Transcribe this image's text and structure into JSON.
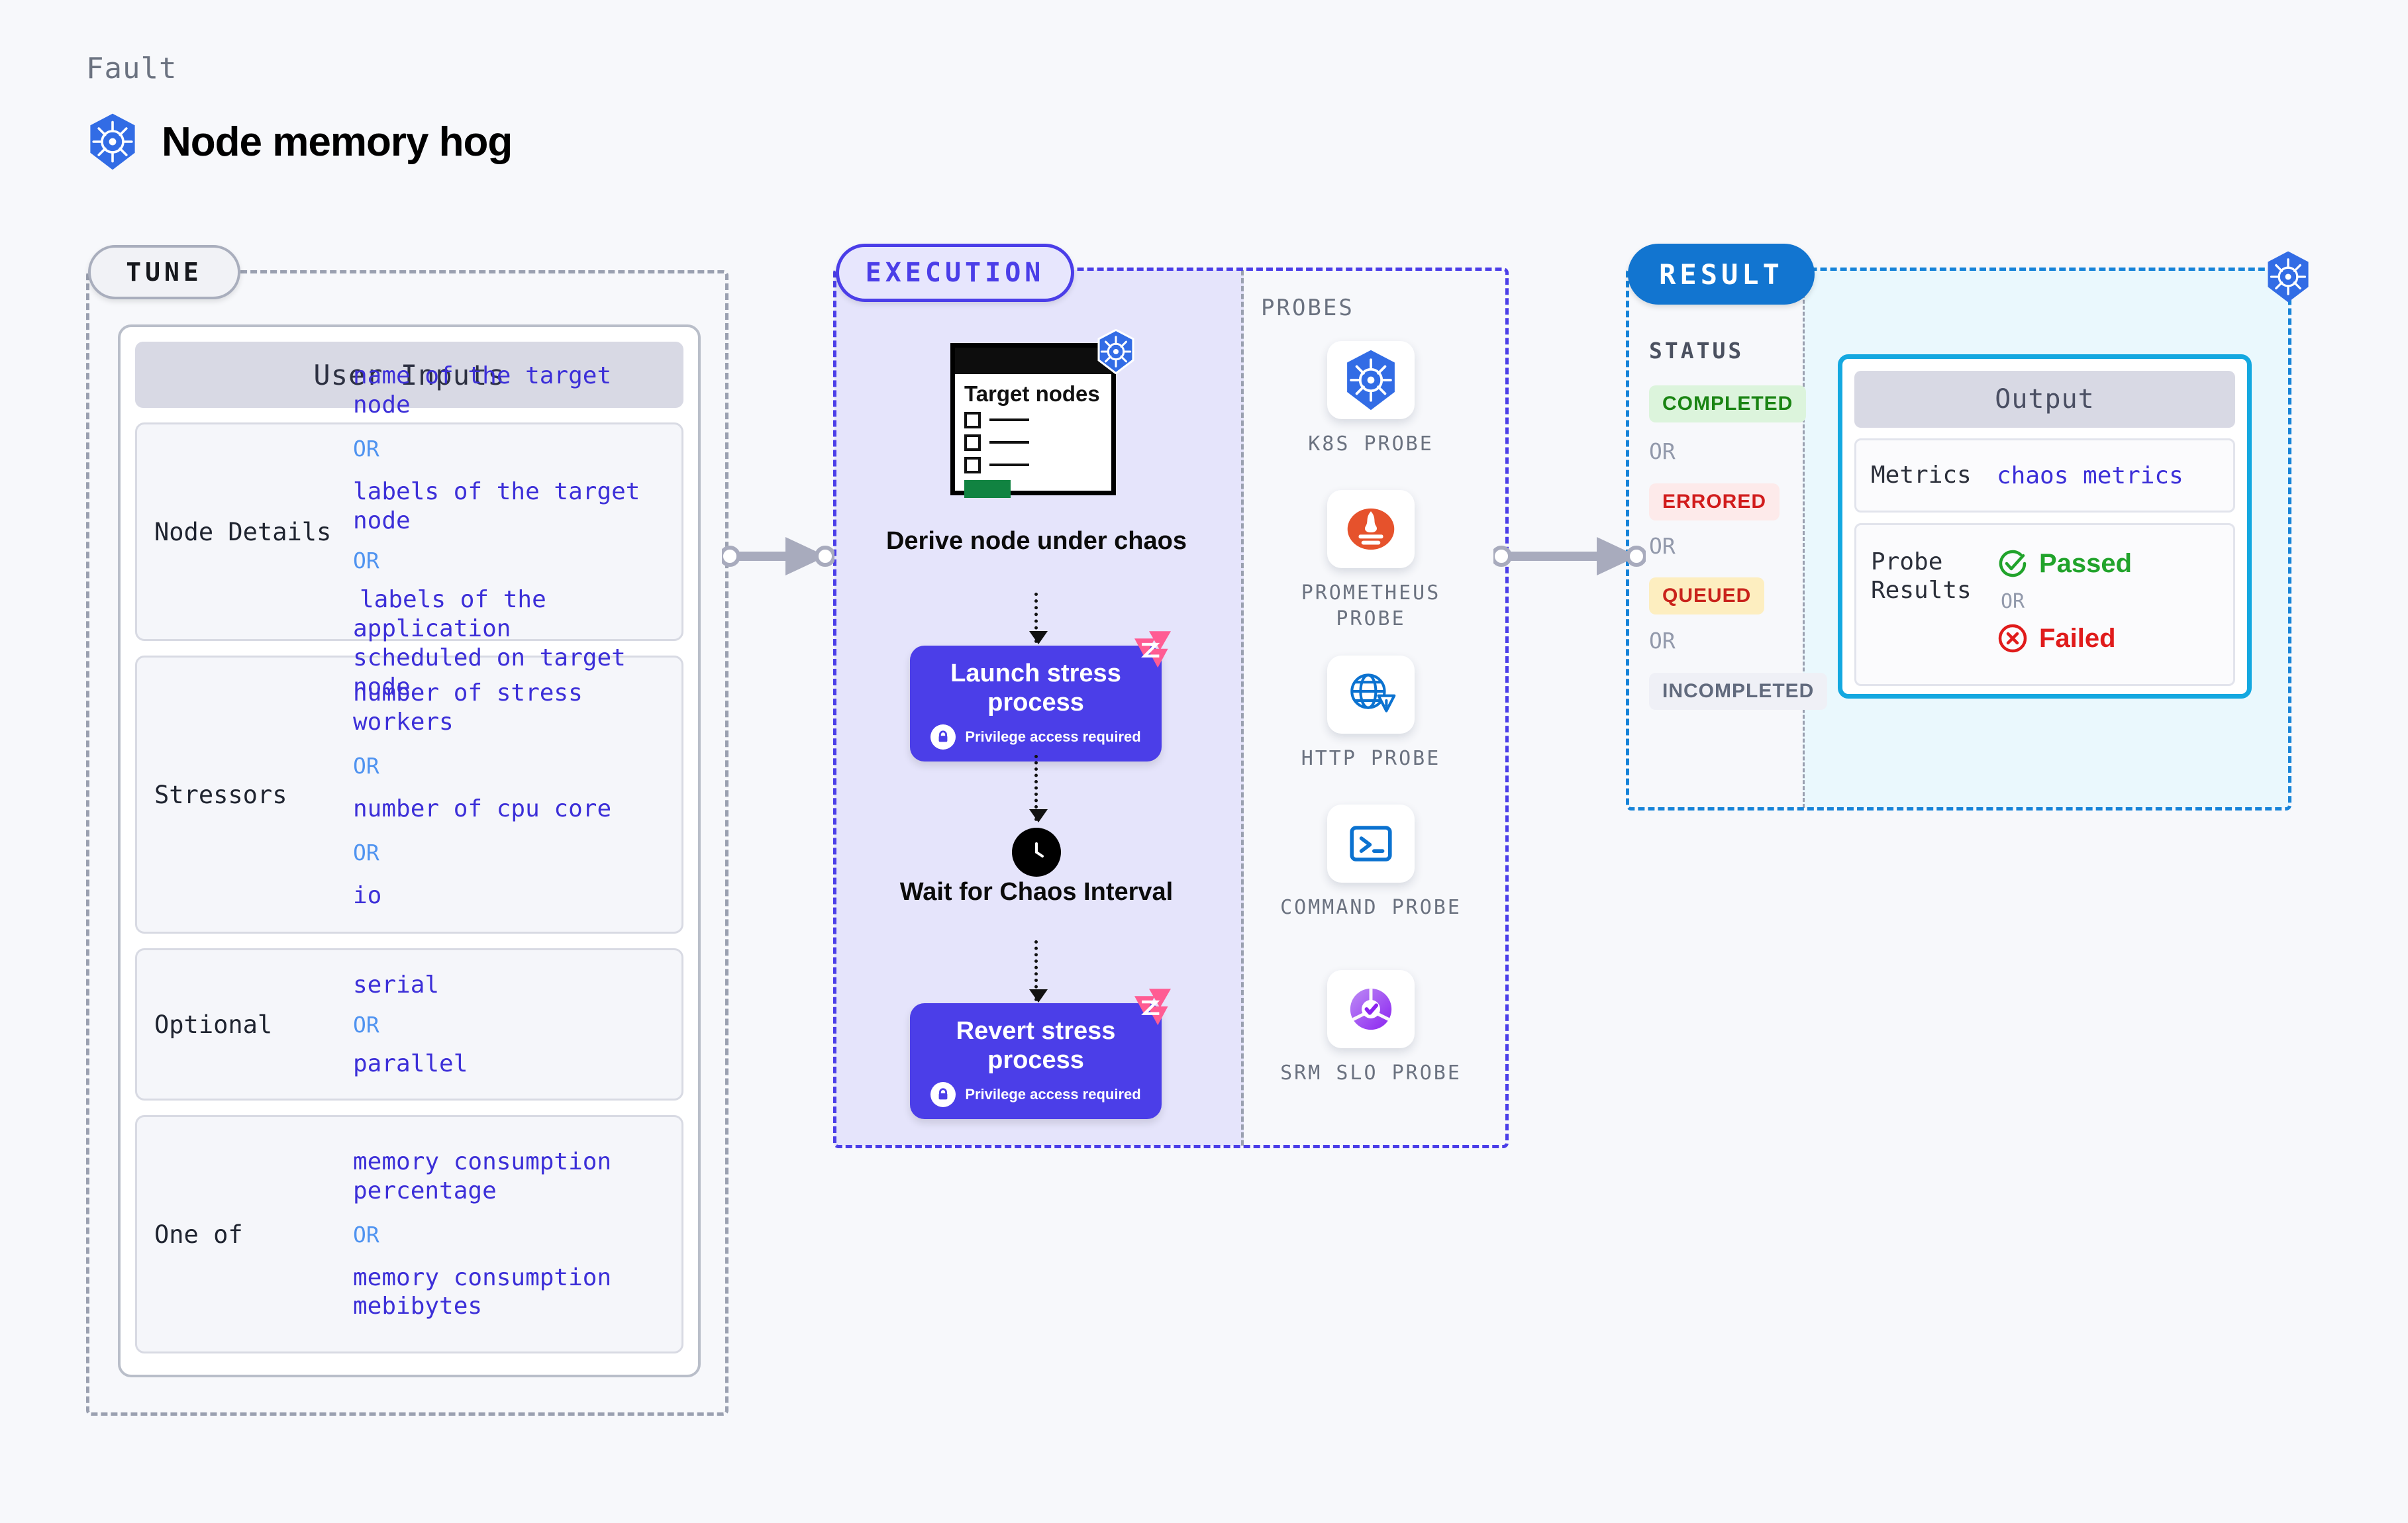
{
  "header": {
    "eyebrow": "Fault",
    "title": "Node memory hog",
    "icon": "kubernetes-icon"
  },
  "stages": {
    "tune": {
      "label": "TUNE"
    },
    "execution": {
      "label": "EXECUTION"
    },
    "result": {
      "label": "RESULT"
    }
  },
  "tune": {
    "card_title": "User Inputs",
    "rows": [
      {
        "label": "Node Details",
        "values": [
          "name of the target node",
          "labels of the target node",
          "labels of the application\n scheduled on target node"
        ],
        "separator": "OR"
      },
      {
        "label": "Stressors",
        "values": [
          "number of stress workers",
          "number of cpu core",
          "io"
        ],
        "separator": "OR"
      },
      {
        "label": "Optional",
        "values": [
          "serial",
          "parallel"
        ],
        "separator": "OR"
      },
      {
        "label": "One of",
        "values": [
          "memory consumption percentage",
          "memory consumption mebibytes"
        ],
        "separator": "OR"
      }
    ]
  },
  "execution": {
    "steps": [
      {
        "id": "derive-node",
        "caption": "Derive node under chaos",
        "card_title": "Target nodes",
        "icon": "kubernetes-icon"
      },
      {
        "id": "launch-stress",
        "title": "Launch stress process",
        "subtitle": "Privilege access required",
        "icon": "lock-icon",
        "badge": "litmus-chaos-icon"
      },
      {
        "id": "wait-interval",
        "caption": "Wait for Chaos Interval",
        "icon": "clock-icon"
      },
      {
        "id": "revert-stress",
        "title": "Revert stress process",
        "subtitle": "Privilege access required",
        "icon": "lock-icon",
        "badge": "litmus-chaos-icon"
      }
    ]
  },
  "probes": {
    "label": "PROBES",
    "items": [
      {
        "name": "K8S PROBE",
        "icon": "kubernetes-icon"
      },
      {
        "name": "PROMETHEUS PROBE",
        "icon": "prometheus-icon"
      },
      {
        "name": "HTTP PROBE",
        "icon": "globe-warning-icon"
      },
      {
        "name": "COMMAND PROBE",
        "icon": "terminal-icon"
      },
      {
        "name": "SRM SLO PROBE",
        "icon": "slo-gauge-icon"
      }
    ]
  },
  "result": {
    "status_label": "STATUS",
    "separator": "OR",
    "statuses": [
      {
        "label": "COMPLETED",
        "bg": "#dcf4dc",
        "color": "#1a8413"
      },
      {
        "label": "ERRORED",
        "bg": "#fdeaea",
        "color": "#d11c1c"
      },
      {
        "label": "QUEUED",
        "bg": "#fdeec0",
        "color": "#c9231b"
      },
      {
        "label": "INCOMPLETED",
        "bg": "#eff0f6",
        "color": "#616a7d"
      }
    ],
    "output": {
      "title": "Output",
      "metrics_label": "Metrics",
      "metrics_value": "chaos metrics",
      "probe_label": "Probe Results",
      "passed": "Passed",
      "failed": "Failed",
      "separator": "OR"
    },
    "corner_icon": "kubernetes-icon"
  },
  "colors": {
    "page_bg": "#f7f8fb",
    "tune_accent": "#a9aebd",
    "execution_accent": "#4b3ee8",
    "result_accent": "#1275d0",
    "output_border": "#14a8e0",
    "value_text": "#3c2fd8",
    "or_text": "#4f93f0"
  }
}
